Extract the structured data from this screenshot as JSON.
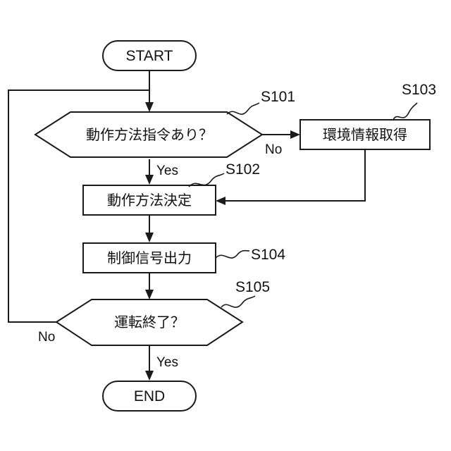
{
  "nodes": {
    "start": "START",
    "s101": "動作方法指令あり？",
    "s102": "動作方法決定",
    "s103": "環境情報取得",
    "s104": "制御信号出力",
    "s105": "運転終了？",
    "end": "END"
  },
  "step_labels": {
    "s101": "S101",
    "s102": "S102",
    "s103": "S103",
    "s104": "S104",
    "s105": "S105"
  },
  "branches": {
    "s101_no": "No",
    "s101_yes": "Yes",
    "s105_no": "No",
    "s105_yes": "Yes"
  }
}
